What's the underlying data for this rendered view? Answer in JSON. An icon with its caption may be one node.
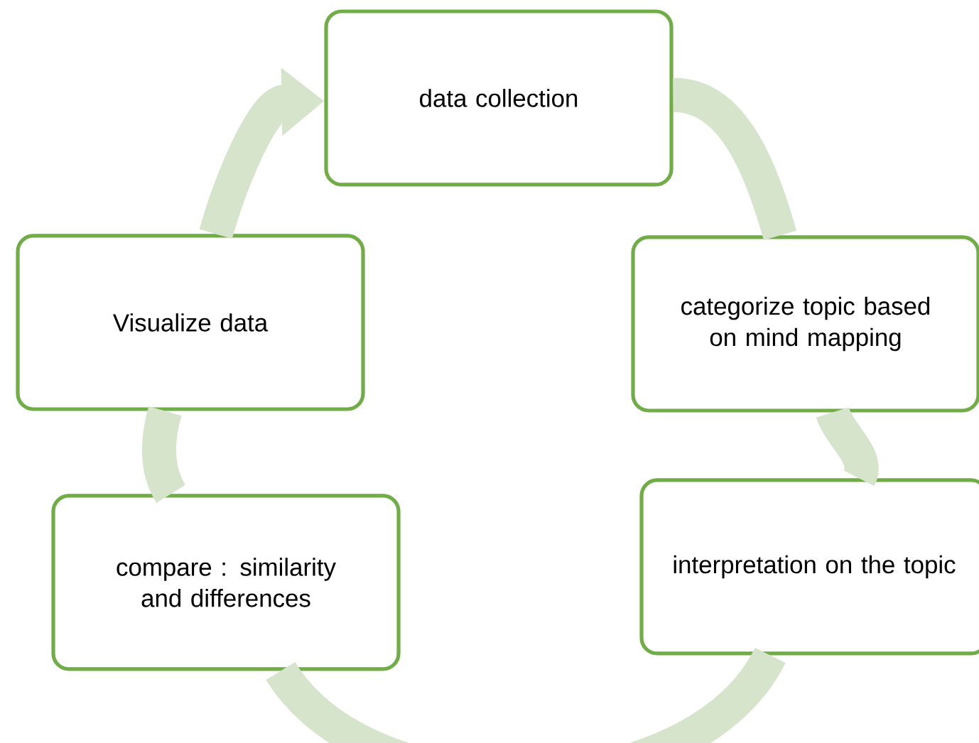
{
  "diagram": {
    "nodes": [
      {
        "text": [
          "data collection"
        ]
      },
      {
        "text": [
          "categorize topic based on mind mapping"
        ]
      },
      {
        "text": [
          "interpretation on the topic"
        ]
      },
      {
        "text": [
          "compare : similarity and differences"
        ]
      },
      {
        "text": [
          "Visualize data"
        ]
      }
    ],
    "edges": [
      {
        "from": 0,
        "to": 1,
        "arrow": "none"
      },
      {
        "from": 1,
        "to": 2,
        "arrow": "none"
      },
      {
        "from": 2,
        "to": 3,
        "arrow": "none"
      },
      {
        "from": 3,
        "to": 4,
        "arrow": "none"
      },
      {
        "from": 4,
        "to": 0,
        "arrow": "to"
      }
    ]
  }
}
